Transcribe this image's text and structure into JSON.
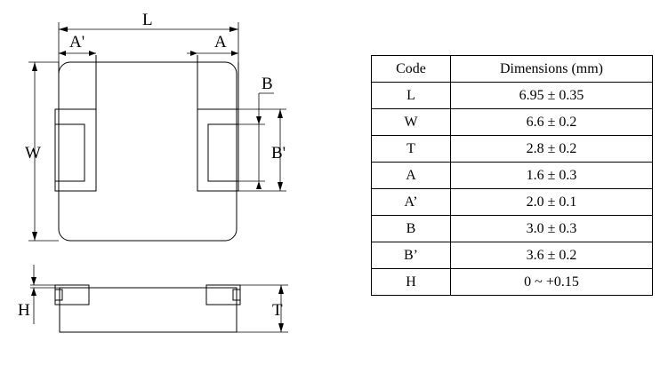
{
  "drawing": {
    "labels": {
      "L": "L",
      "A_prime": "A'",
      "A": "A",
      "B": "B",
      "B_prime": "B'",
      "W": "W",
      "H": "H",
      "T": "T"
    }
  },
  "table": {
    "headers": [
      "Code",
      "Dimensions (mm)"
    ],
    "rows": [
      {
        "code": "L",
        "dimension": "6.95 ± 0.35"
      },
      {
        "code": "W",
        "dimension": "6.6 ± 0.2"
      },
      {
        "code": "T",
        "dimension": "2.8 ± 0.2"
      },
      {
        "code": "A",
        "dimension": "1.6 ± 0.3"
      },
      {
        "code": "A’",
        "dimension": "2.0 ± 0.1"
      },
      {
        "code": "B",
        "dimension": "3.0 ± 0.3"
      },
      {
        "code": "B’",
        "dimension": "3.6 ± 0.2"
      },
      {
        "code": "H",
        "dimension": "0 ~ +0.15"
      }
    ]
  }
}
